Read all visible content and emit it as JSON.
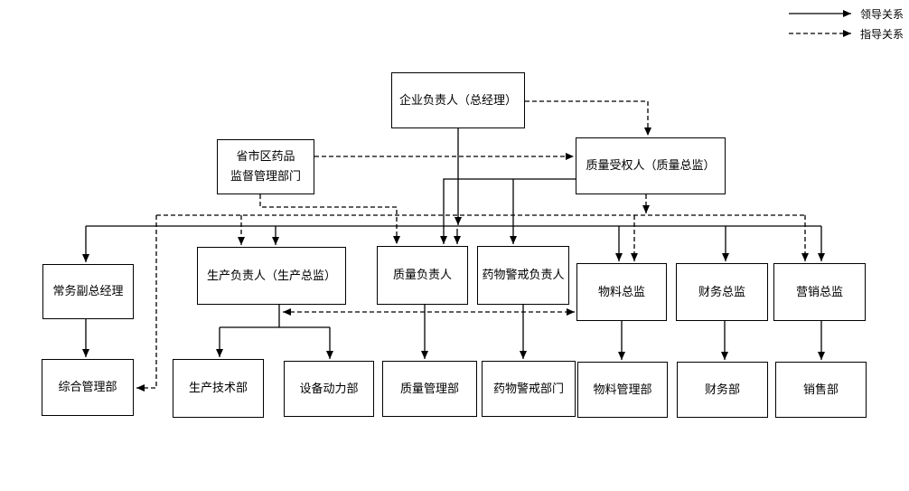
{
  "colors": {
    "line": "#000000",
    "background": "#ffffff",
    "text": "#000000"
  },
  "legend": {
    "leader": {
      "label": "领导关系",
      "line_style": "solid"
    },
    "guidance": {
      "label": "指导关系",
      "line_style": "dashed"
    }
  },
  "nodes": {
    "gm": {
      "label": "企业负责人（总经理）"
    },
    "regulator": {
      "line1": "省市区药品",
      "line2": "监督管理部门"
    },
    "qa": {
      "label": "质量受权人（质量总监）"
    },
    "evp": {
      "label": "常务副总经理"
    },
    "prod": {
      "label": "生产负责人（生产总监）"
    },
    "quality": {
      "label": "质量负责人"
    },
    "pv": {
      "label": "药物警戒负责人"
    },
    "material": {
      "label": "物料总监"
    },
    "finance": {
      "label": "财务总监"
    },
    "marketing": {
      "label": "营销总监"
    },
    "admin": {
      "label": "综合管理部"
    },
    "prodtech": {
      "label": "生产技术部"
    },
    "equip": {
      "label": "设备动力部"
    },
    "qm": {
      "label": "质量管理部"
    },
    "pvdept": {
      "label": "药物警戒部门"
    },
    "mm": {
      "label": "物料管理部"
    },
    "fin": {
      "label": "财务部"
    },
    "sales": {
      "label": "销售部"
    }
  }
}
